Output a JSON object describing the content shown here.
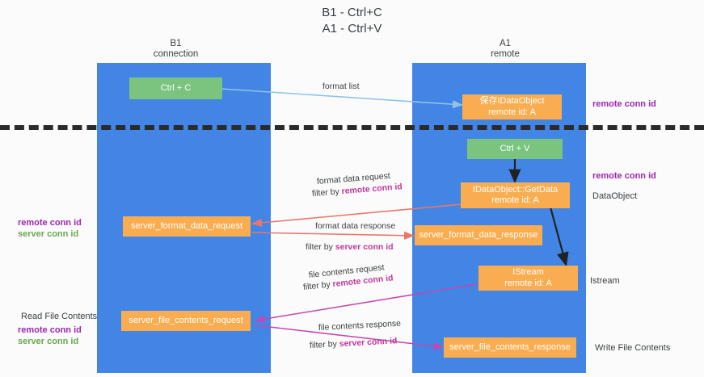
{
  "title": {
    "line1": "B1 - Ctrl+C",
    "line2": "A1 - Ctrl+V"
  },
  "columns": {
    "left": {
      "name": "B1",
      "role": "connection"
    },
    "right": {
      "name": "A1",
      "role": "remote"
    }
  },
  "boxes": {
    "ctrl_c": {
      "label": "Ctrl + C",
      "color": "#7bc47f"
    },
    "ctrl_v": {
      "label": "Ctrl + V",
      "color": "#7bc47f"
    },
    "save_idataobject": {
      "line1": "保存IDataObject",
      "line2": "remote id: A",
      "color": "#f9ad50"
    },
    "getdata": {
      "line1": "IDataObject::GetData",
      "line2": "remote id: A",
      "color": "#f9ad50"
    },
    "istream": {
      "line1": "IStream",
      "line2": "remote id: A",
      "color": "#f9ad50"
    },
    "server_format_data_request": {
      "label": "server_format_data_request",
      "color": "#f9ad50"
    },
    "server_format_data_response": {
      "label": "server_format_data_response",
      "color": "#f9ad50"
    },
    "server_file_contents_request": {
      "label": "server_file_contents_request",
      "color": "#f9ad50"
    },
    "server_file_contents_response": {
      "label": "server_file_contents_response",
      "color": "#f9ad50"
    }
  },
  "arrows": {
    "format_list": {
      "label": "format list"
    },
    "format_data_request": {
      "label": "format data request",
      "filter_prefix": "filter by ",
      "filter_key": "remote conn id"
    },
    "format_data_response": {
      "label": "format data response",
      "filter_prefix": "filter by ",
      "filter_key": "server conn id"
    },
    "file_contents_request": {
      "label": "file contents request",
      "filter_prefix": "filter by ",
      "filter_key": "remote conn id"
    },
    "file_contents_response": {
      "label": "file contents response",
      "filter_prefix": "filter by ",
      "filter_key": "server conn id"
    }
  },
  "side_labels": {
    "right_top_remote_conn_id": "remote conn id",
    "right_mid_remote_conn_id": "remote conn id",
    "right_dataobject": "DataObject",
    "right_istream": "Istream",
    "right_write_file_contents": "Write File Contents",
    "left_remote_conn_id": "remote conn id",
    "left_server_conn_id": "server conn id",
    "left_read_file_contents": "Read File Contents",
    "left_bottom_remote_conn_id": "remote conn id",
    "left_bottom_server_conn_id": "server conn id"
  },
  "colors": {
    "lane": "#4285e4",
    "green_box": "#7bc47f",
    "orange_box": "#f9ad50",
    "purple": "#9c27b0",
    "green_text": "#6aa84f",
    "magenta": "#c2379b",
    "arrow_blue": "#8fc3ea",
    "arrow_red": "#e8776c",
    "arrow_magenta": "#c248b4",
    "arrow_black": "#202124",
    "dash": "#2b2b2b"
  }
}
